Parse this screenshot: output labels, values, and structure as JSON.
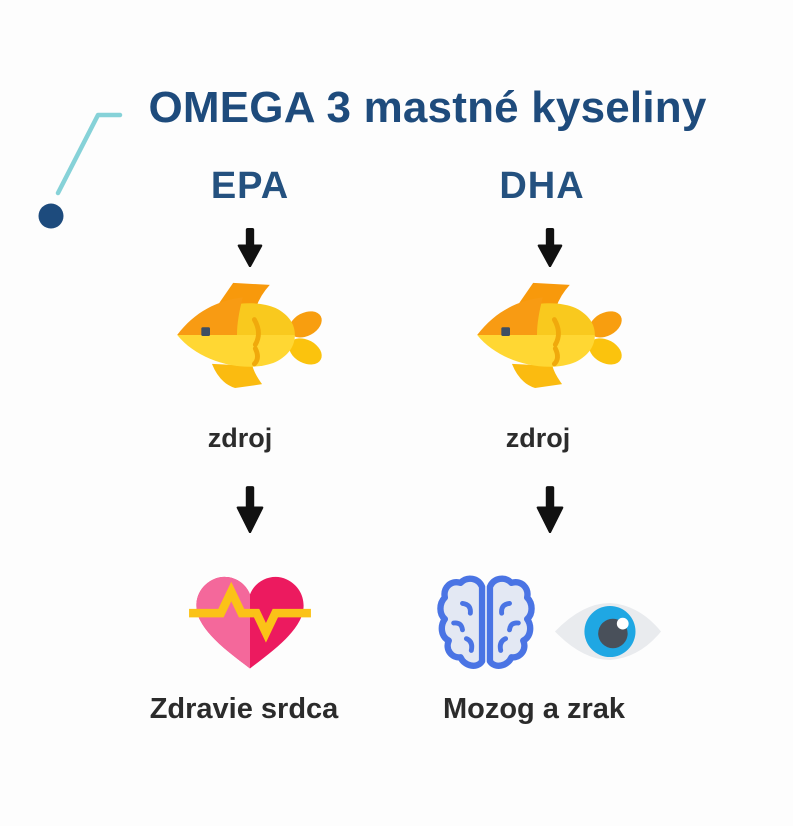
{
  "title": "OMEGA 3 mastné kyseliny",
  "columns": [
    {
      "id": "epa",
      "heading": "EPA",
      "source_icon": "fish-icon",
      "source_label": "zdroj",
      "benefit_icons": [
        "heart-icon"
      ],
      "benefit_label": "Zdravie srdca"
    },
    {
      "id": "dha",
      "heading": "DHA",
      "source_icon": "fish-icon",
      "source_label": "zdroj",
      "benefit_icons": [
        "brain-icon",
        "eye-icon"
      ],
      "benefit_label": "Mozog a zrak"
    }
  ],
  "palette": {
    "background": "#FDFDFD",
    "title_navy": "#1E4B7C",
    "heading_navy": "#24517F",
    "text_dark": "#2B2B2B",
    "arrow_black": "#111111",
    "decor_teal_line": "#86D2D8",
    "decor_navy_dot": "#1D4B7D",
    "fish_body_top": "#F9C91E",
    "fish_body_bottom": "#FFD733",
    "fish_orange": "#F89B13",
    "fish_tail_yellow": "#FBC30D",
    "fish_eye_navy": "#3E4E63",
    "heart_pink_light": "#F4689B",
    "heart_pink_dark": "#EC1A5F",
    "ekg_yellow": "#FBC217",
    "brain_outline_blue": "#4A74E4",
    "brain_fill": "#E3E8F3",
    "eye_sclera": "#E9EBEE",
    "eye_iris": "#1FA7E3",
    "eye_pupil": "#49505A"
  }
}
